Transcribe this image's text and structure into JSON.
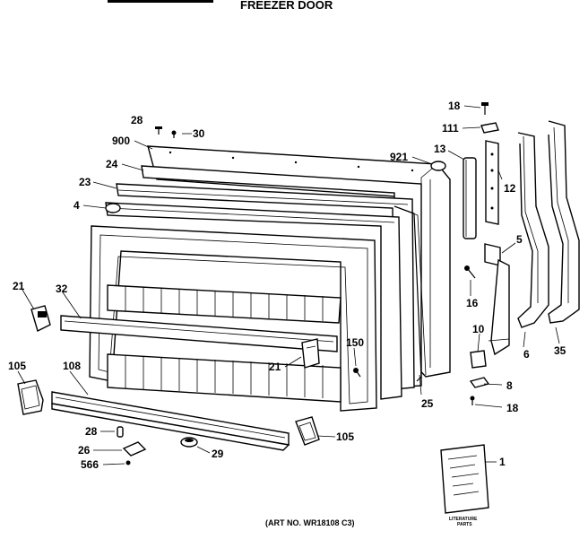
{
  "title": "FREEZER DOOR",
  "art_no": "(ART NO. WR18108 C3)",
  "literature_caption": [
    "LITERATURE",
    "PARTS"
  ],
  "callouts": {
    "c18_top": "18",
    "c111": "111",
    "c28_top": "28",
    "c30": "30",
    "c900": "900",
    "c921": "921",
    "c13": "13",
    "c24": "24",
    "c23": "23",
    "c12": "12",
    "c4": "4",
    "c5": "5",
    "c21_left": "21",
    "c32": "32",
    "c16": "16",
    "c10": "10",
    "c150": "150",
    "c6": "6",
    "c35": "35",
    "c105_left": "105",
    "c108": "108",
    "c21_mid": "21",
    "c25": "25",
    "c8": "8",
    "c18_bot": "18",
    "c28_bot": "28",
    "c105_bot": "105",
    "c26": "26",
    "c29": "29",
    "c566": "566",
    "c1": "1"
  }
}
